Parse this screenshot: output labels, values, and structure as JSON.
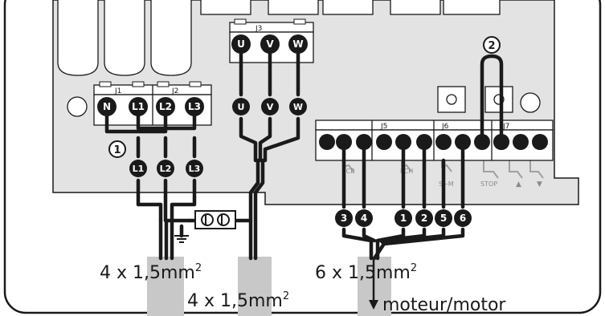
{
  "colors": {
    "board": "#e3e3e3",
    "cable": "#1a1a1a",
    "sheath": "#c8c8c8",
    "terminal_body": "#ffffff",
    "outline": "#1a1a1a",
    "faint_label": "#8a8a8a"
  },
  "connectors": {
    "j1": {
      "label": "J1",
      "pins": [
        "N",
        "L1"
      ]
    },
    "j2": {
      "label": "J2",
      "pins": [
        "L2",
        "L3"
      ]
    },
    "j3": {
      "label": "J3",
      "pins": [
        "U",
        "V",
        "W"
      ]
    },
    "j5": {
      "label": "J5"
    },
    "j6": {
      "label": "J6"
    },
    "j7": {
      "label": "J7"
    }
  },
  "callouts": {
    "bridge": "1",
    "stop_jumper": "2"
  },
  "board_labels": {
    "fcb": "FCB",
    "fch": "FCH",
    "sm": "S−M",
    "stop": "STOP",
    "up_arrow": "▲",
    "down_arrow": "▼"
  },
  "supply_wires": [
    "L1",
    "L2",
    "L3"
  ],
  "motor_phase_wires": [
    "U",
    "V",
    "W"
  ],
  "control_wires": [
    "3",
    "4",
    "1",
    "2",
    "5",
    "6"
  ],
  "cables": {
    "supply": {
      "count_prefix": "4 x 1,5mm",
      "exponent": "2"
    },
    "motor_power": {
      "count_prefix": "4 x 1,5mm",
      "exponent": "2"
    },
    "control": {
      "count_prefix": "6 x 1,5mm",
      "exponent": "2"
    },
    "motor_destination": "moteur/motor"
  },
  "icons": [
    "ground-icon",
    "terminal-block-icon",
    "down-arrow-icon"
  ]
}
